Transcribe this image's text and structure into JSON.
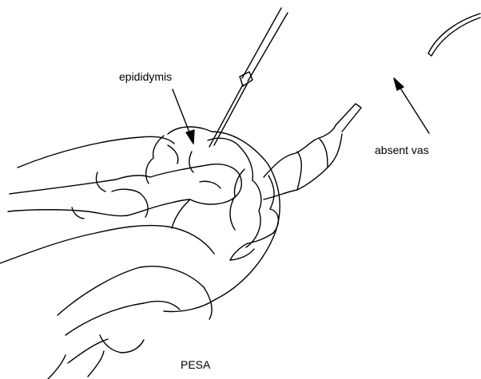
{
  "labels": {
    "epididymis": "epididymis",
    "absent_vas": "absent vas",
    "procedure": "PESA"
  }
}
